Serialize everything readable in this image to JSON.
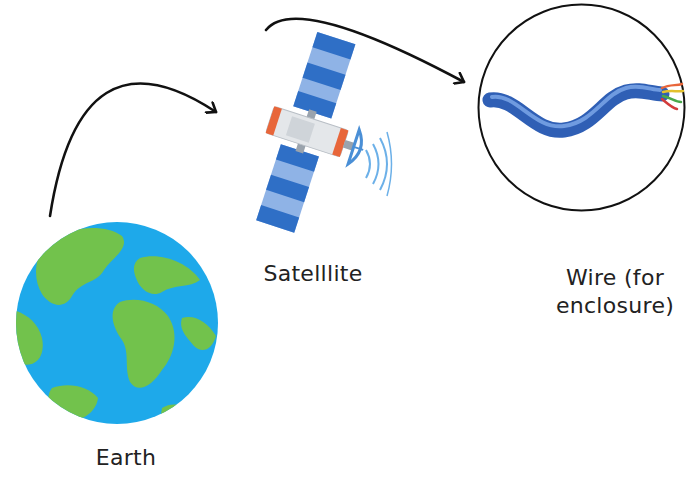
{
  "diagram": {
    "nodes": [
      {
        "text": [
          "Earth"
        ]
      },
      {
        "text": [
          "Satelllite"
        ]
      },
      {
        "text": [
          "Wire (for enclosure)"
        ]
      }
    ],
    "edges": [
      {
        "from": 0,
        "to": 1,
        "arrow": "to"
      },
      {
        "from": 1,
        "to": 2,
        "arrow": "to"
      }
    ]
  }
}
